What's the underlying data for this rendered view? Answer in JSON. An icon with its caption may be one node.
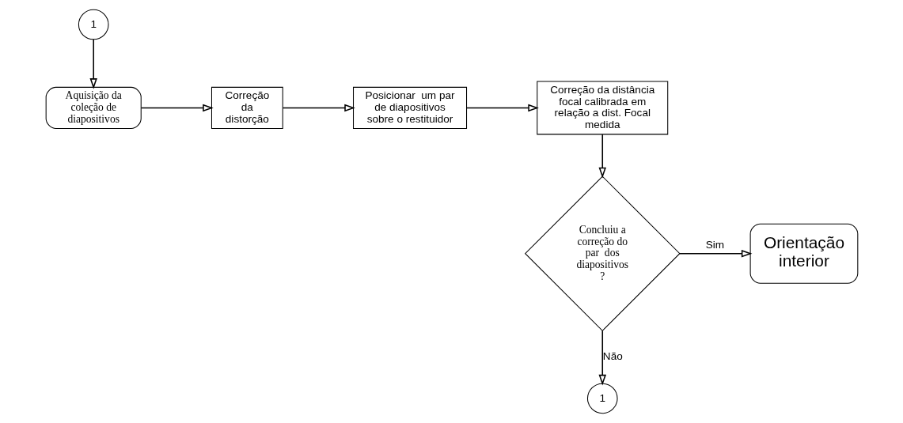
{
  "diagram": {
    "nodes": [
      {
        "text": [
          "Aquisição da coleção de diapositivos"
        ]
      },
      {
        "text": [
          "Correção da distorção"
        ]
      },
      {
        "text": [
          "Posicionar  um par de diapositivos sobre o restituidor"
        ]
      },
      {
        "text": [
          "Correção da distância focal calibrada em relação a dist. Focal medida"
        ]
      },
      {
        "text": [
          "Concluiu a correção do par  dos diapositivos ?"
        ]
      },
      {
        "text": [
          "Orientação interior"
        ]
      },
      {
        "text": [
          "1"
        ]
      },
      {
        "text": [
          "1"
        ]
      }
    ],
    "edges": [
      {
        "from": 0,
        "to": 1,
        "arrow": "to"
      },
      {
        "from": 1,
        "to": 2,
        "arrow": "to"
      },
      {
        "from": 2,
        "to": 3,
        "arrow": "to"
      },
      {
        "from": 3,
        "to": 4,
        "arrow": "to"
      },
      {
        "from": 4,
        "to": 5,
        "arrow": "to",
        "label": "Sim"
      },
      {
        "from": 4,
        "to": 7,
        "arrow": "to",
        "label": "Não"
      },
      {
        "from": 6,
        "to": 0,
        "arrow": "to"
      }
    ]
  }
}
